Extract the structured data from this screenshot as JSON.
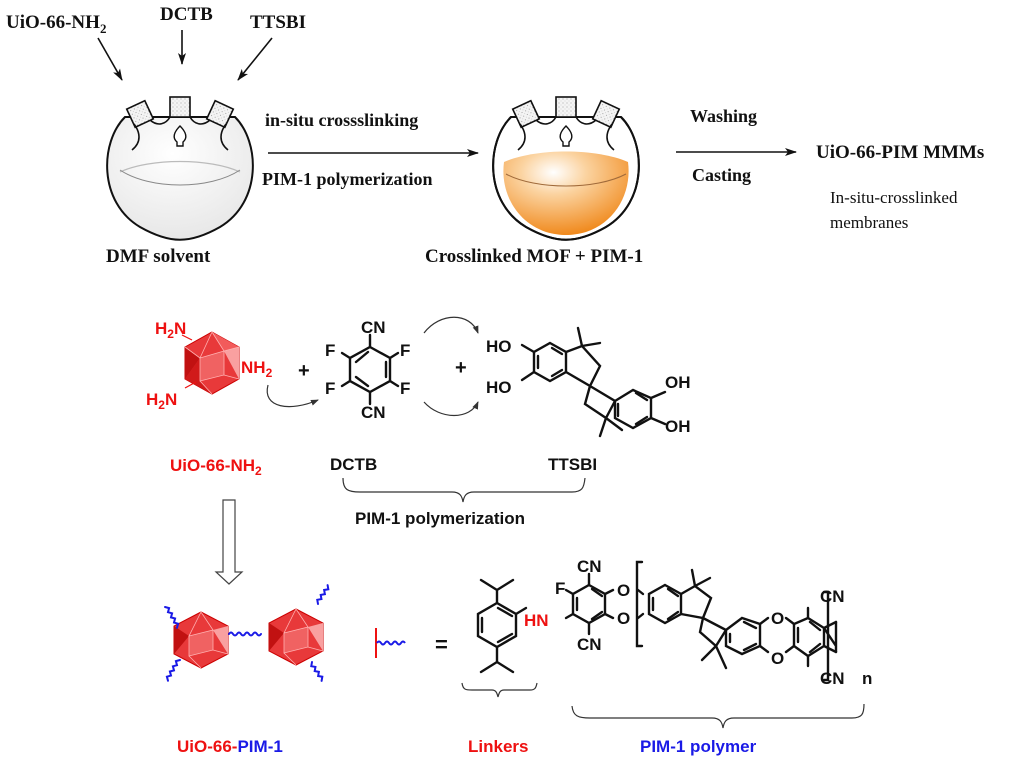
{
  "top_scheme": {
    "reagent_labels": [
      "UiO-66-NH2",
      "DCTB",
      "TTSBI"
    ],
    "flask1_label": "DMF solvent",
    "step1_top": "in-situ crossslinking",
    "step1_bottom": "PIM-1 polymerization",
    "flask2_label": "Crosslinked MOF + PIM-1",
    "step2_top": "Washing",
    "step2_bottom": "Casting",
    "product_label": "UiO-66-PIM MMMs",
    "product_desc_line1": "In-situ-crosslinked",
    "product_desc_line2": "membranes"
  },
  "reaction": {
    "mof_label": "UiO-66-NH2",
    "amine_labels": [
      "H2N",
      "NH2",
      "H2N"
    ],
    "dctb_label": "DCTB",
    "dctb_substituents": {
      "cn": "CN",
      "f": "F"
    },
    "ttsbi_label": "TTSBI",
    "ttsbi_substituents": {
      "ho": "HO",
      "oh": "OH"
    },
    "plus": "+",
    "brace_label": "PIM-1 polymerization"
  },
  "product": {
    "composite_label_part1": "UiO-66-",
    "composite_label_part2": "PIM-1",
    "equals": "=",
    "linker_label": "Linkers",
    "linker_amine": "HN",
    "polymer_label": "PIM-1 polymer",
    "polymer_atoms": {
      "cn": "CN",
      "f": "F",
      "o": "O",
      "n": "n"
    }
  },
  "colors": {
    "mof_red": "#ee1111",
    "polymer_blue": "#1a1ae6",
    "solution_orange": "#f39a2e",
    "text": "#111111"
  }
}
